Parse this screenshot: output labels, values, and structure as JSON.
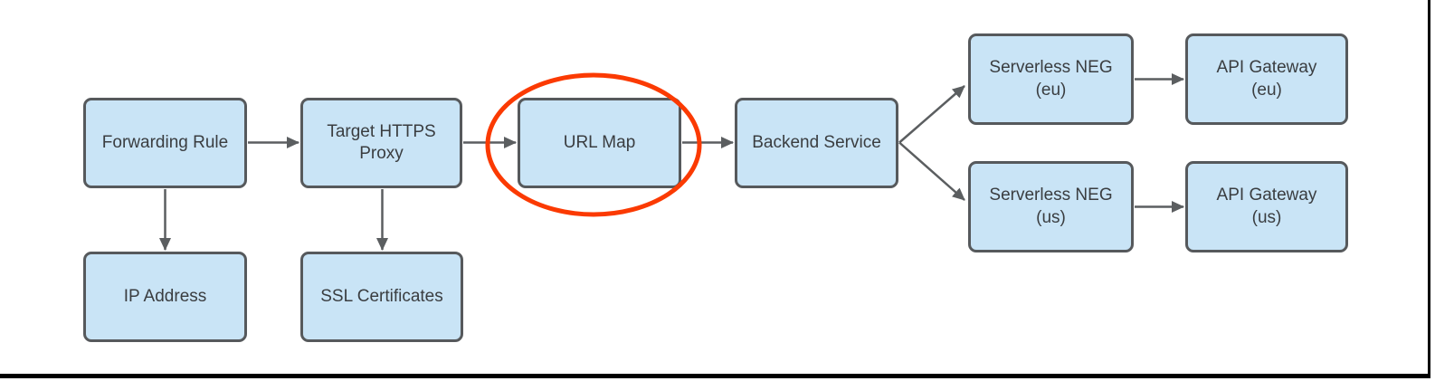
{
  "diagram": {
    "type": "flowchart",
    "colors": {
      "node_fill": "#C9E4F6",
      "node_border": "#56595C",
      "arrow": "#5B5E60",
      "text": "#3A3D40",
      "highlight_ellipse": "#FB3A02",
      "frame_line": "#000000"
    },
    "nodes": {
      "forwarding_rule": {
        "label": "Forwarding Rule"
      },
      "target_https_proxy": {
        "label": "Target HTTPS\nProxy"
      },
      "url_map": {
        "label": "URL Map"
      },
      "backend_service": {
        "label": "Backend Service"
      },
      "serverless_neg_eu": {
        "label": "Serverless NEG\n(eu)"
      },
      "api_gateway_eu": {
        "label": "API Gateway\n(eu)"
      },
      "serverless_neg_us": {
        "label": "Serverless NEG\n(us)"
      },
      "api_gateway_us": {
        "label": "API Gateway\n(us)"
      },
      "ip_address": {
        "label": "IP Address"
      },
      "ssl_certificates": {
        "label": "SSL Certificates"
      }
    },
    "edges": [
      {
        "from": "Forwarding Rule",
        "to": "Target HTTPS Proxy",
        "direction": "right"
      },
      {
        "from": "Target HTTPS Proxy",
        "to": "URL Map",
        "direction": "right"
      },
      {
        "from": "URL Map",
        "to": "Backend Service",
        "direction": "right"
      },
      {
        "from": "Backend Service",
        "to": "Serverless NEG (eu)",
        "direction": "up-right"
      },
      {
        "from": "Backend Service",
        "to": "Serverless NEG (us)",
        "direction": "down-right"
      },
      {
        "from": "Serverless NEG (eu)",
        "to": "API Gateway (eu)",
        "direction": "right"
      },
      {
        "from": "Serverless NEG (us)",
        "to": "API Gateway (us)",
        "direction": "right"
      },
      {
        "from": "Forwarding Rule",
        "to": "IP Address",
        "direction": "down"
      },
      {
        "from": "Target HTTPS Proxy",
        "to": "SSL Certificates",
        "direction": "down"
      }
    ],
    "annotations": [
      {
        "shape": "ellipse",
        "highlights": "URL Map",
        "color": "#FB3A02"
      }
    ]
  }
}
